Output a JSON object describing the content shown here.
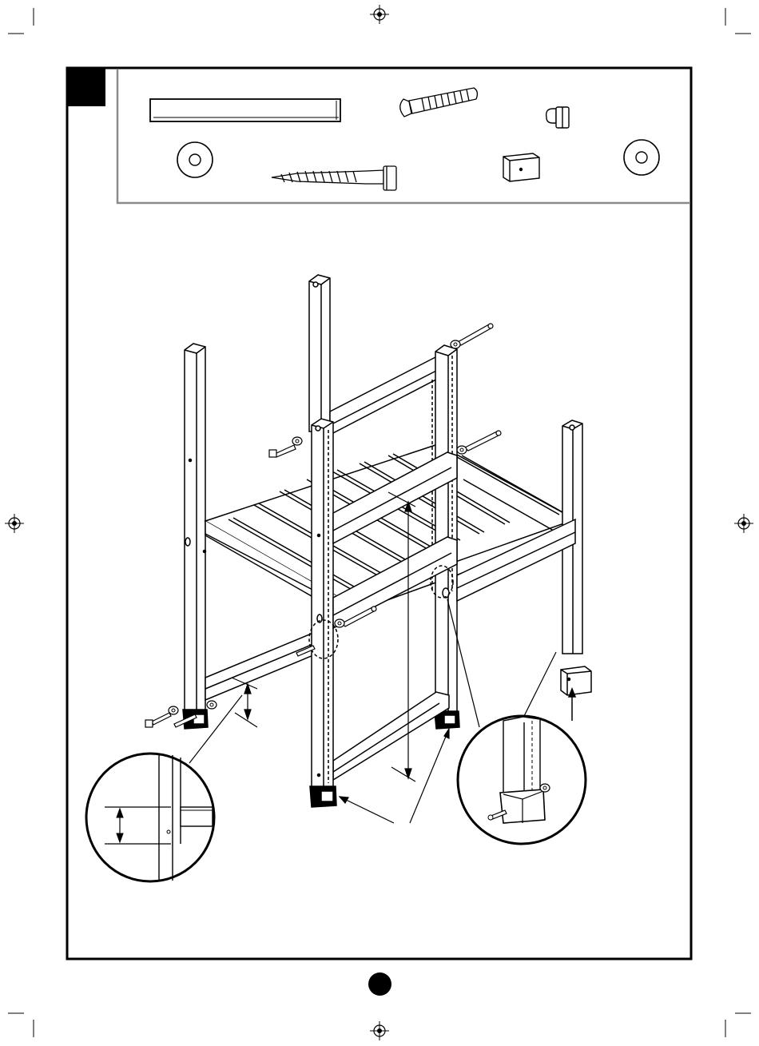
{
  "document": {
    "type": "assembly-instruction-page",
    "step_badge": "",
    "page_number": "",
    "colors": {
      "ink": "#000000",
      "paper": "#ffffff",
      "panel_border": "#8a8a8a"
    }
  },
  "hardware_panel": {
    "parts": [
      {
        "name": "wood-board",
        "icon": "board-icon"
      },
      {
        "name": "carriage-bolt",
        "icon": "carriage-bolt-icon"
      },
      {
        "name": "cap-nut",
        "icon": "cap-nut-icon"
      },
      {
        "name": "washer",
        "icon": "washer-icon"
      },
      {
        "name": "lag-screw",
        "icon": "lag-screw-icon"
      },
      {
        "name": "foot-cap",
        "icon": "foot-cap-icon"
      },
      {
        "name": "washer",
        "icon": "washer-icon"
      }
    ]
  },
  "illustration": {
    "subject": "frame-assembly",
    "details": [
      "left-corner-detail-circle",
      "right-corner-detail-circle"
    ]
  }
}
